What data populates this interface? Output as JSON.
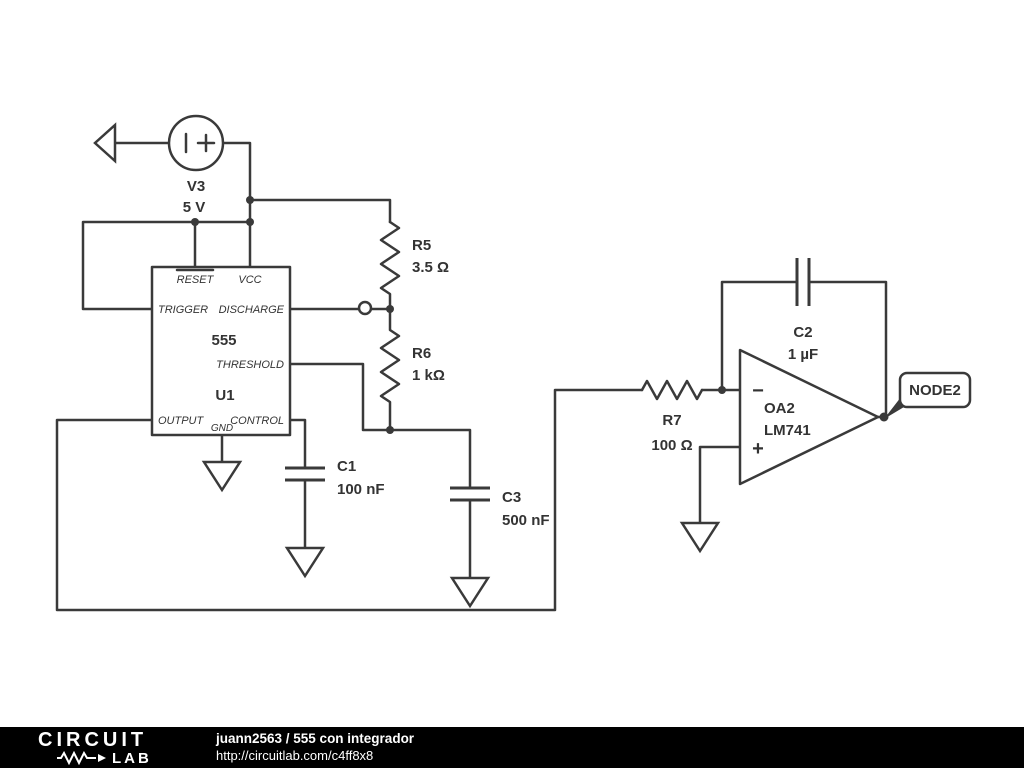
{
  "colors": {
    "wire": "#3a3a3a",
    "text": "#333333",
    "footer_bg": "#000000",
    "footer_fg": "#ffffff"
  },
  "schematic": {
    "v3": {
      "name": "V3",
      "value": "5 V"
    },
    "u1": {
      "designator": "U1",
      "part": "555",
      "pin_reset": "RESET",
      "pin_vcc": "VCC",
      "pin_trigger": "TRIGGER",
      "pin_discharge": "DISCHARGE",
      "pin_threshold": "THRESHOLD",
      "pin_output": "OUTPUT",
      "pin_control": "CONTROL",
      "pin_gnd": "GND"
    },
    "r5": {
      "name": "R5",
      "value": "3.5 Ω"
    },
    "r6": {
      "name": "R6",
      "value": "1 kΩ"
    },
    "r7": {
      "name": "R7",
      "value": "100 Ω"
    },
    "c1": {
      "name": "C1",
      "value": "100 nF"
    },
    "c2": {
      "name": "C2",
      "value": "1 µF"
    },
    "c3": {
      "name": "C3",
      "value": "500 nF"
    },
    "oa2": {
      "name": "OA2",
      "part": "LM741",
      "inverting": "−",
      "noninverting": "+"
    },
    "node2": {
      "label": "NODE2"
    }
  },
  "footer": {
    "logo_line1": "CIRCUIT",
    "logo_line2": "LAB",
    "title": "juann2563 / 555 con integrador",
    "url": "http://circuitlab.com/c4ff8x8"
  }
}
